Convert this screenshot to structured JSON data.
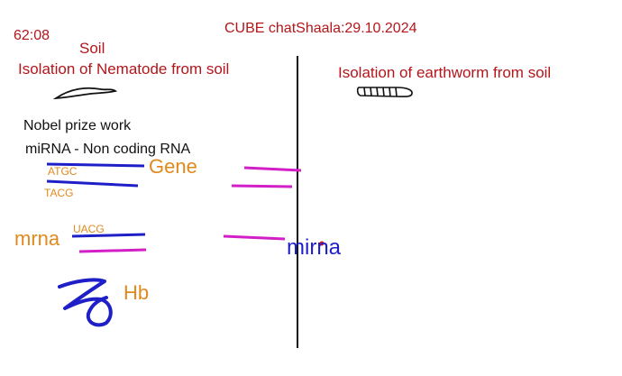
{
  "board": {
    "timer": "62:08",
    "header": "CUBE chatShaala:29.10.2024",
    "left": {
      "topic": "Soil",
      "heading": "Isolation of Nematode from soil",
      "nobel_label": "Nobel prize work",
      "mirna_label": "miRNA - Non coding RNA",
      "dna_top": "ATGC",
      "dna_bottom": "TACG",
      "gene_label": "Gene",
      "mrna_label": "mrna",
      "mrna_seq": "UACG",
      "hb_label": "Hb"
    },
    "right": {
      "heading": "Isolation of earthworm from soil",
      "mirna_word": "mirna"
    },
    "colors": {
      "red_text": "#b3161b",
      "orange_text": "#e08a1e",
      "blue_ink": "#1f1fc8",
      "magenta_ink": "#d21fc8",
      "black_ink": "#111111"
    }
  }
}
